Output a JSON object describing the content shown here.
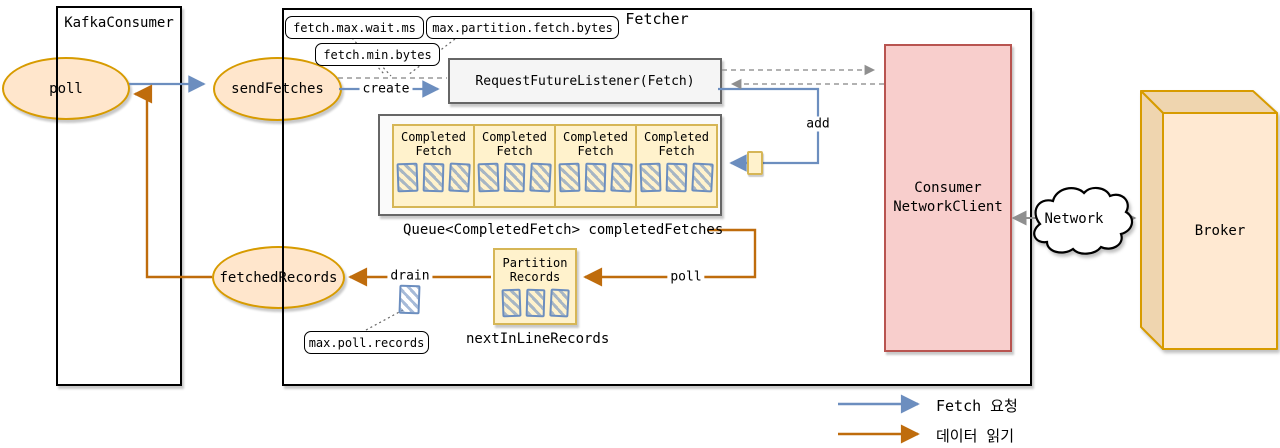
{
  "colors": {
    "blue_arrow": "#6C8EBF",
    "orange_arrow": "#BF6C0C",
    "peach_fill": "#FFE6CC",
    "peach_border": "#D79B00",
    "yellow_fill": "#FFF2CC",
    "yellow_border": "#D6B656",
    "gray_fill": "#F5F5F5",
    "gray_border": "#666666",
    "pink_fill": "#F8CECC",
    "pink_border": "#B85450"
  },
  "kafka_consumer": {
    "title": "KafkaConsumer",
    "poll_label": "poll"
  },
  "fetcher": {
    "title": "Fetcher",
    "send_fetches_label": "sendFetches",
    "fetched_records_label": "fetchedRecords",
    "configs": {
      "fetch_max_wait": "fetch.max.wait.ms",
      "max_partition_fetch_bytes": "max.partition.fetch.bytes",
      "fetch_min_bytes": "fetch.min.bytes",
      "max_poll_records": "max.poll.records"
    },
    "listener_label": "RequestFutureListener(Fetch)",
    "queue": {
      "cells": [
        {
          "l1": "Completed",
          "l2": "Fetch"
        },
        {
          "l1": "Completed",
          "l2": "Fetch"
        },
        {
          "l1": "Completed",
          "l2": "Fetch"
        },
        {
          "l1": "Completed",
          "l2": "Fetch"
        }
      ],
      "caption": "Queue<CompletedFetch> completedFetches"
    },
    "partition_records": {
      "l1": "Partition",
      "l2": "Records",
      "caption": "nextInLineRecords"
    },
    "network_client": {
      "l1": "Consumer",
      "l2": "NetworkClient"
    }
  },
  "edge_labels": {
    "create": "create",
    "add": "add",
    "poll": "poll",
    "drain": "drain"
  },
  "network_label": "Network",
  "broker_label": "Broker",
  "legend": {
    "fetch_request": "Fetch 요청",
    "data_read": "데이터 읽기"
  }
}
